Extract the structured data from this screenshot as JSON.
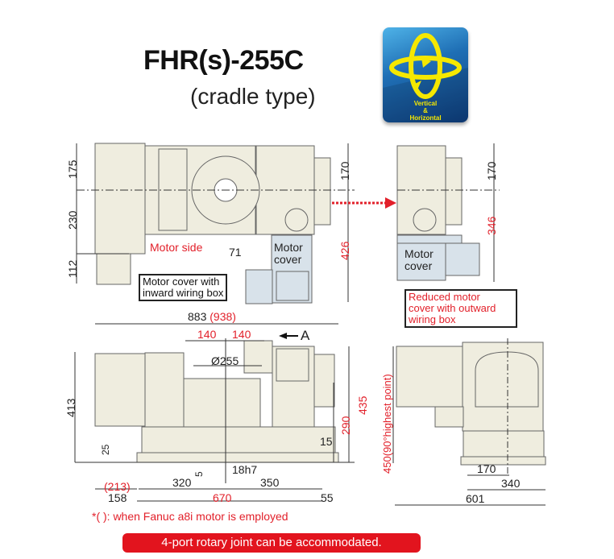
{
  "header": {
    "title": "FHR(s)-255C",
    "subtitle": "(cradle type)",
    "badge": {
      "icon": "vertical-horizontal-rotation-icon",
      "line1": "Vertical",
      "line2": "&",
      "line3": "Horizontal",
      "colors": {
        "bg": "#1f6fb5",
        "glyph": "#f5e800"
      }
    }
  },
  "top_view": {
    "dims_left": [
      "175",
      "230",
      "112"
    ],
    "dim_right_top": "170",
    "dim_total_red": "426",
    "dim_offset": "71",
    "motor_side_label": "Motor side",
    "motor_cover_label": "Motor\ncover",
    "callout_inward": "Motor cover with\ninward wiring box"
  },
  "side_view_top": {
    "dim_top": "170",
    "dim_total_red": "346",
    "motor_cover_label": "Motor\ncover",
    "callout_outward": "Reduced motor\ncover with outward\nwiring box"
  },
  "front_view": {
    "overall_width": "883",
    "overall_width_alt": "(938)",
    "dim_140_left": "140",
    "dim_140_right": "140",
    "view_arrow": "A",
    "diameter": "Ø255",
    "height_413": "413",
    "height_435": "435",
    "height_290": "290",
    "dim_15": "15",
    "dim_25": "25",
    "dim_5": "5",
    "slot": "18h7",
    "dim_320": "320",
    "dim_350": "350",
    "dim_213": "(213)",
    "dim_158": "158",
    "dim_670": "670",
    "dim_55": "55"
  },
  "side_view_bottom": {
    "height_450": "450(90°highest point)",
    "dim_170": "170",
    "dim_340": "340",
    "dim_601": "601"
  },
  "footer": {
    "note": "*( ): when Fanuc a8i motor is employed",
    "banner": "4-port rotary joint can be accommodated."
  },
  "colors": {
    "body": "#efeddf",
    "cover": "#d8e2ea",
    "red": "#e2202a",
    "line": "#555555"
  }
}
